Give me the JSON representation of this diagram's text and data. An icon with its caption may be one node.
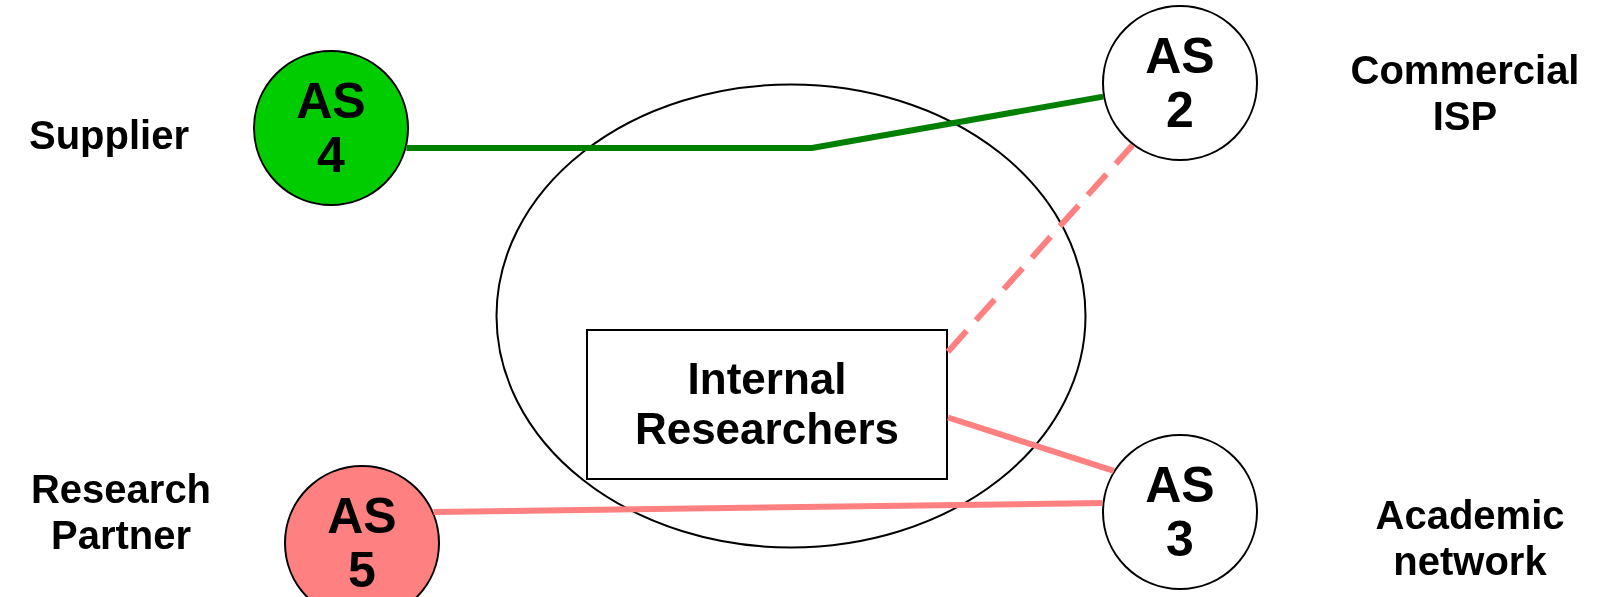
{
  "diagram": {
    "nodes": [
      {
        "text": [
          "AS 4"
        ],
        "beside": [
          "Supplier"
        ]
      },
      {
        "text": [
          "AS 2"
        ],
        "beside": [
          "Commercial ISP"
        ]
      },
      {
        "text": [],
        "shape": "ellipse"
      },
      {
        "text": [
          "Internal Researchers"
        ],
        "in": 2
      },
      {
        "text": [
          "AS 5"
        ],
        "beside": [
          "Research Partner"
        ]
      },
      {
        "text": [
          "AS 3"
        ],
        "beside": [
          "Academic network"
        ]
      }
    ],
    "edges": [
      {
        "from": 0,
        "to": 1,
        "arrow": "none",
        "color": "#008000"
      },
      {
        "from": 3,
        "to": 1,
        "arrow": "none",
        "style": "dashed"
      },
      {
        "from": 3,
        "to": 5,
        "arrow": "none"
      },
      {
        "from": 4,
        "to": 5,
        "arrow": "none"
      }
    ]
  }
}
